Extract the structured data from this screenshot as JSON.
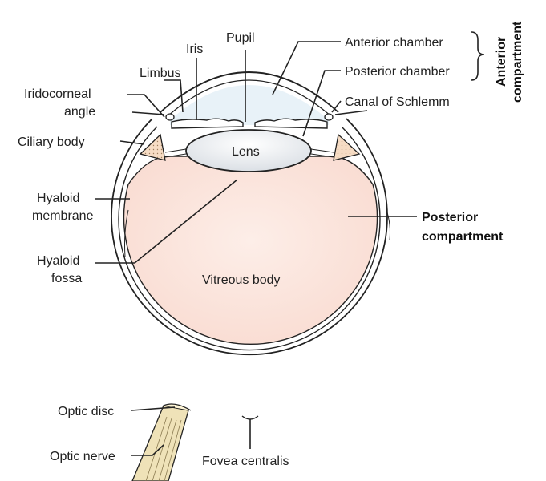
{
  "diagram": {
    "labels": {
      "pupil": "Pupil",
      "iris": "Iris",
      "limbus": "Limbus",
      "iridocorneal_1": "Iridocorneal",
      "iridocorneal_2": "angle",
      "ciliary_body": "Ciliary body",
      "lens": "Lens",
      "hyaloid_membrane_1": "Hyaloid",
      "hyaloid_membrane_2": "membrane",
      "hyaloid_fossa_1": "Hyaloid",
      "hyaloid_fossa_2": "fossa",
      "vitreous_body": "Vitreous body",
      "anterior_chamber": "Anterior chamber",
      "posterior_chamber": "Posterior chamber",
      "canal_of_schlemm": "Canal of Schlemm",
      "anterior_compartment_1": "Anterior",
      "anterior_compartment_2": "compartment",
      "posterior_compartment_1": "Posterior",
      "posterior_compartment_2": "compartment",
      "optic_disc": "Optic disc",
      "optic_nerve": "Optic nerve",
      "fovea_centralis": "Fovea centralis"
    },
    "colors": {
      "vitreous": "#fbe4dc",
      "vitreous_center": "#fdeee8",
      "anterior_chamber": "#e8f2f8",
      "sclera": "#ffffff",
      "outline": "#222222",
      "ciliary": "#f6dcc4",
      "optic_nerve": "#efe2b8"
    }
  }
}
